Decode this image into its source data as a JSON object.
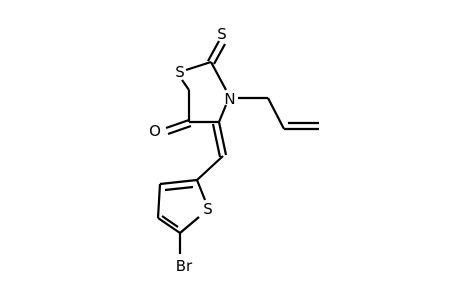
{
  "diagram": {
    "type": "chemical-structure",
    "atom_labels": {
      "thioxo_s": "S",
      "ring_s": "S",
      "ring_n": "N",
      "carbonyl_o": "O",
      "thiophene_s": "S",
      "bromo": "Br"
    },
    "colors": {
      "bond": "#000000",
      "label": "#000000",
      "background": "#ffffff"
    }
  }
}
